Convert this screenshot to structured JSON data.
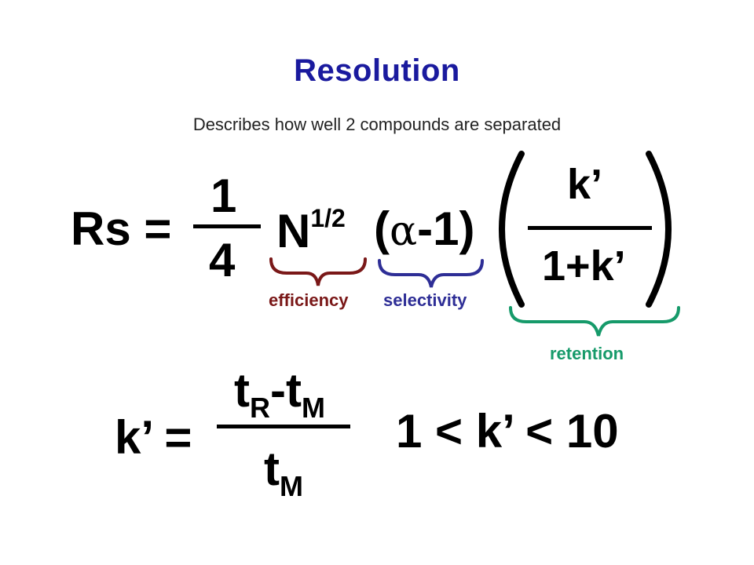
{
  "title": "Resolution",
  "subtitle": "Describes how well 2 compounds are separated",
  "resolution_eq": {
    "lhs": "Rs =",
    "frac_num": "1",
    "frac_den": "4",
    "n_base": "N",
    "n_exp": "1/2",
    "alpha_open": "(",
    "alpha": "α",
    "alpha_rest": "-1)",
    "k_num": "k’",
    "k_den": "1+k’"
  },
  "labels": {
    "efficiency": "efficiency",
    "selectivity": "selectivity",
    "retention": "retention"
  },
  "k_eq": {
    "lhs": "k’ =",
    "num_t1": "t",
    "num_sub1": "R",
    "num_minus": "-",
    "num_t2": "t",
    "num_sub2": "M",
    "den_t": "t",
    "den_sub": "M"
  },
  "range": "1 < k’ < 10",
  "colors": {
    "title": "#1a1a9e",
    "efficiency": "#7a1818",
    "selectivity": "#2e2e96",
    "retention": "#169a6a"
  }
}
